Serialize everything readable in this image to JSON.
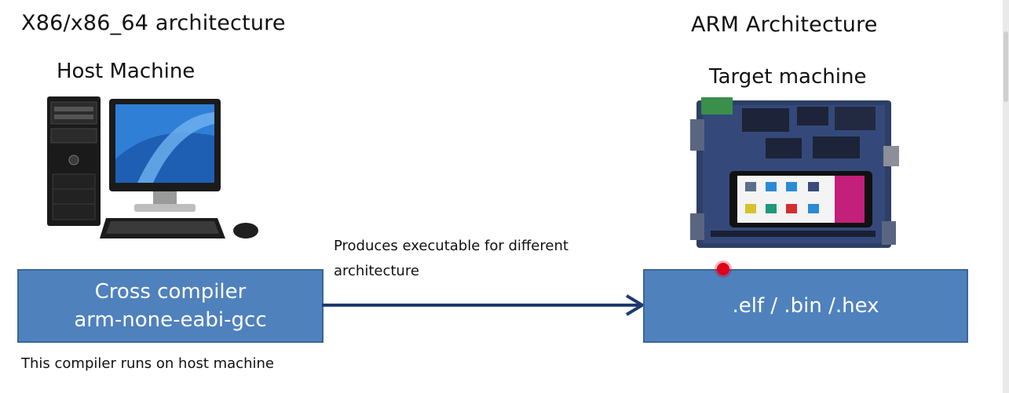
{
  "left": {
    "architecture_title": "X86/x86_64 architecture",
    "machine_label": "Host Machine",
    "compiler_box": {
      "line1": "Cross compiler",
      "line2": "arm-none-eabi-gcc"
    },
    "footnote": "This compiler runs on host machine"
  },
  "right": {
    "architecture_title": "ARM Architecture",
    "machine_label": "Target machine",
    "output_box": {
      "text": ".elf / .bin /.hex"
    }
  },
  "arrow": {
    "label_line1": "Produces executable for different",
    "label_line2": "architecture"
  },
  "colors": {
    "box_fill": "#4f81bd",
    "box_border": "#3a6699",
    "arrow": "#1f3a70",
    "pointer_dot": "#e0001b"
  },
  "icons": {
    "host_image": "desktop-computer-icon",
    "target_image": "arm-dev-board-icon"
  }
}
